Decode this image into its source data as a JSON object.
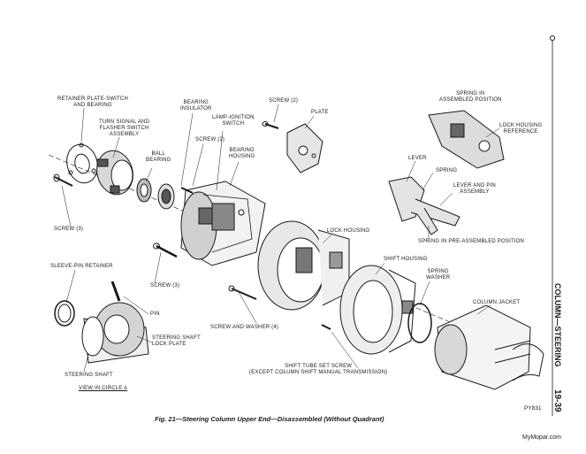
{
  "figure": {
    "caption": "Fig. 21—Steering Column Upper End—Disassembled (Without Quadrant)",
    "code": "PY831",
    "watermark": "MyMopar.com"
  },
  "side_header": {
    "section": "COLUMN—STEERING",
    "page": "19-39"
  },
  "labels": {
    "retainer_plate": "RETAINER PLATE-SWITCH\nAND BEARING",
    "turn_signal": "TURN SIGNAL AND\nFLASHER SWITCH\nASSEMBLY",
    "bearing_insulator": "BEARING\nINSULATOR",
    "lamp_ignition": "LAMP-IGNITION\nSWITCH",
    "screw_2a": "SCREW (2)",
    "screw_2b": "SCREW (2)",
    "plate": "PLATE",
    "ball_bearing": "BALL\nBEARING",
    "bearing_housing": "BEARING\nHOUSING",
    "spring_assembled": "SPRING IN\nASSEMBLED POSITION",
    "lock_housing_ref": "LOCK HOUSING\nREFERENCE",
    "lever": "LEVER",
    "spring": "SPRING",
    "lever_pin": "LEVER AND PIN\nASSEMBLY",
    "spring_pre": "SPRING IN PRE-ASSEMBLED POSITION",
    "screw_3a": "SCREW (3)",
    "lock_housing": "LOCK HOUSING",
    "shift_housing": "SHIFT HOUSING",
    "spring_washer": "SPRING\nWASHER",
    "sleeve_pin": "SLEEVE-PIN RETAINER",
    "screw_3b": "SCREW (3)",
    "column_jacket": "COLUMN JACKET",
    "pin": "PIN",
    "screw_washer": "SCREW AND WASHER (4)",
    "steering_shaft_lock": "STEERING SHAFT\nLOCK PLATE",
    "shift_tube": "SHIFT TUBE SET SCREW\n(EXCEPT COLUMN SHIFT MANUAL TRANSMISSION)",
    "steering_shaft": "STEERING SHAFT",
    "view_circle": "VIEW IN CIRCLE A"
  }
}
